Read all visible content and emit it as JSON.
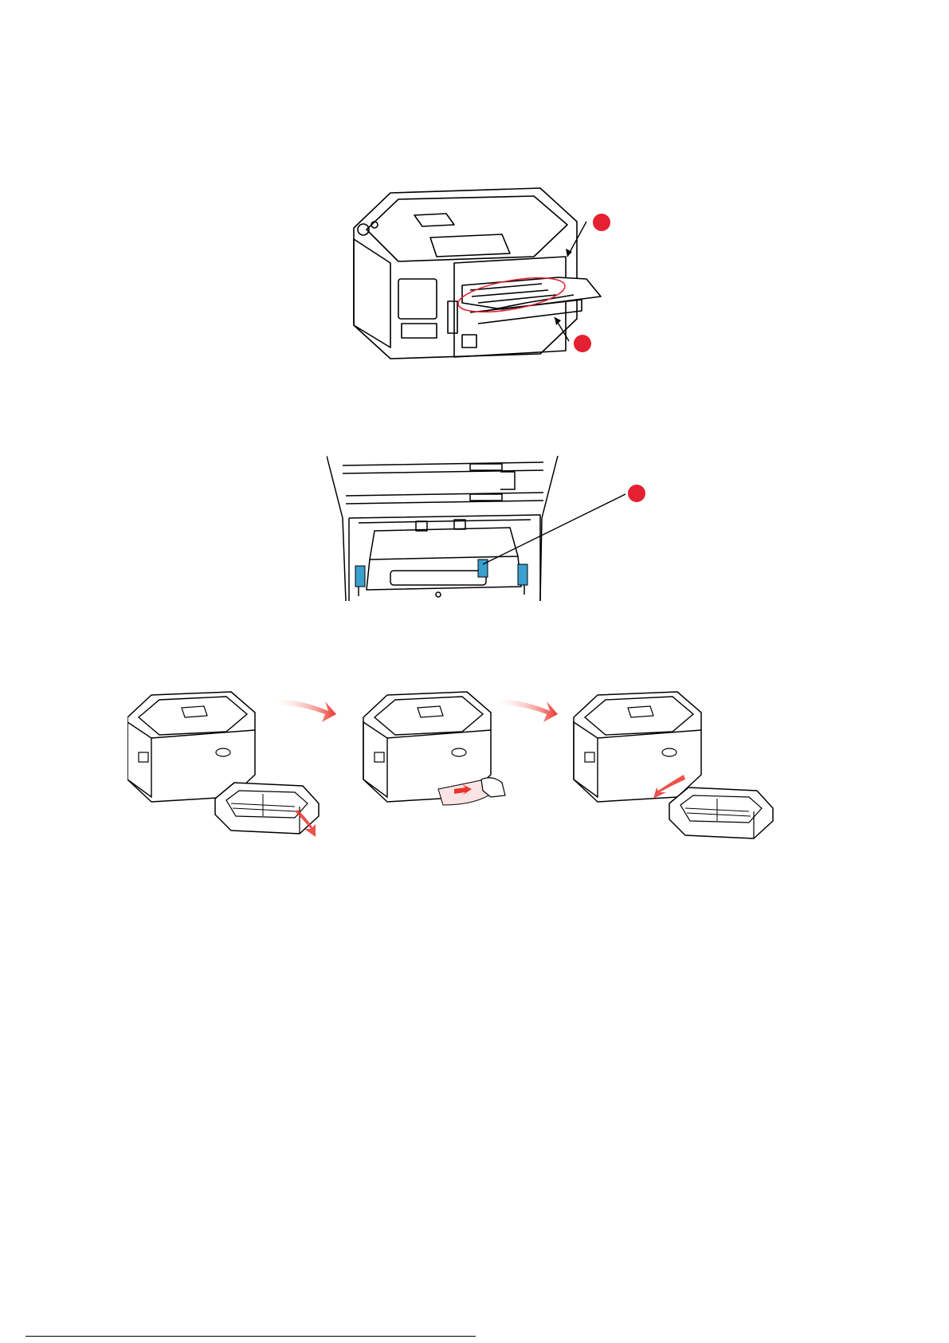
{
  "colors": {
    "callout": "#e52030",
    "highlight": "#3aa0d0",
    "line": "#000000",
    "arrow": "#e8352b"
  },
  "figures": [
    {
      "name": "printer-rear-exit-figure",
      "callouts": 2
    },
    {
      "name": "printer-open-fuser-figure",
      "callouts": 1
    },
    {
      "name": "paper-tray-removal-sequence-figure",
      "steps": 3
    }
  ]
}
